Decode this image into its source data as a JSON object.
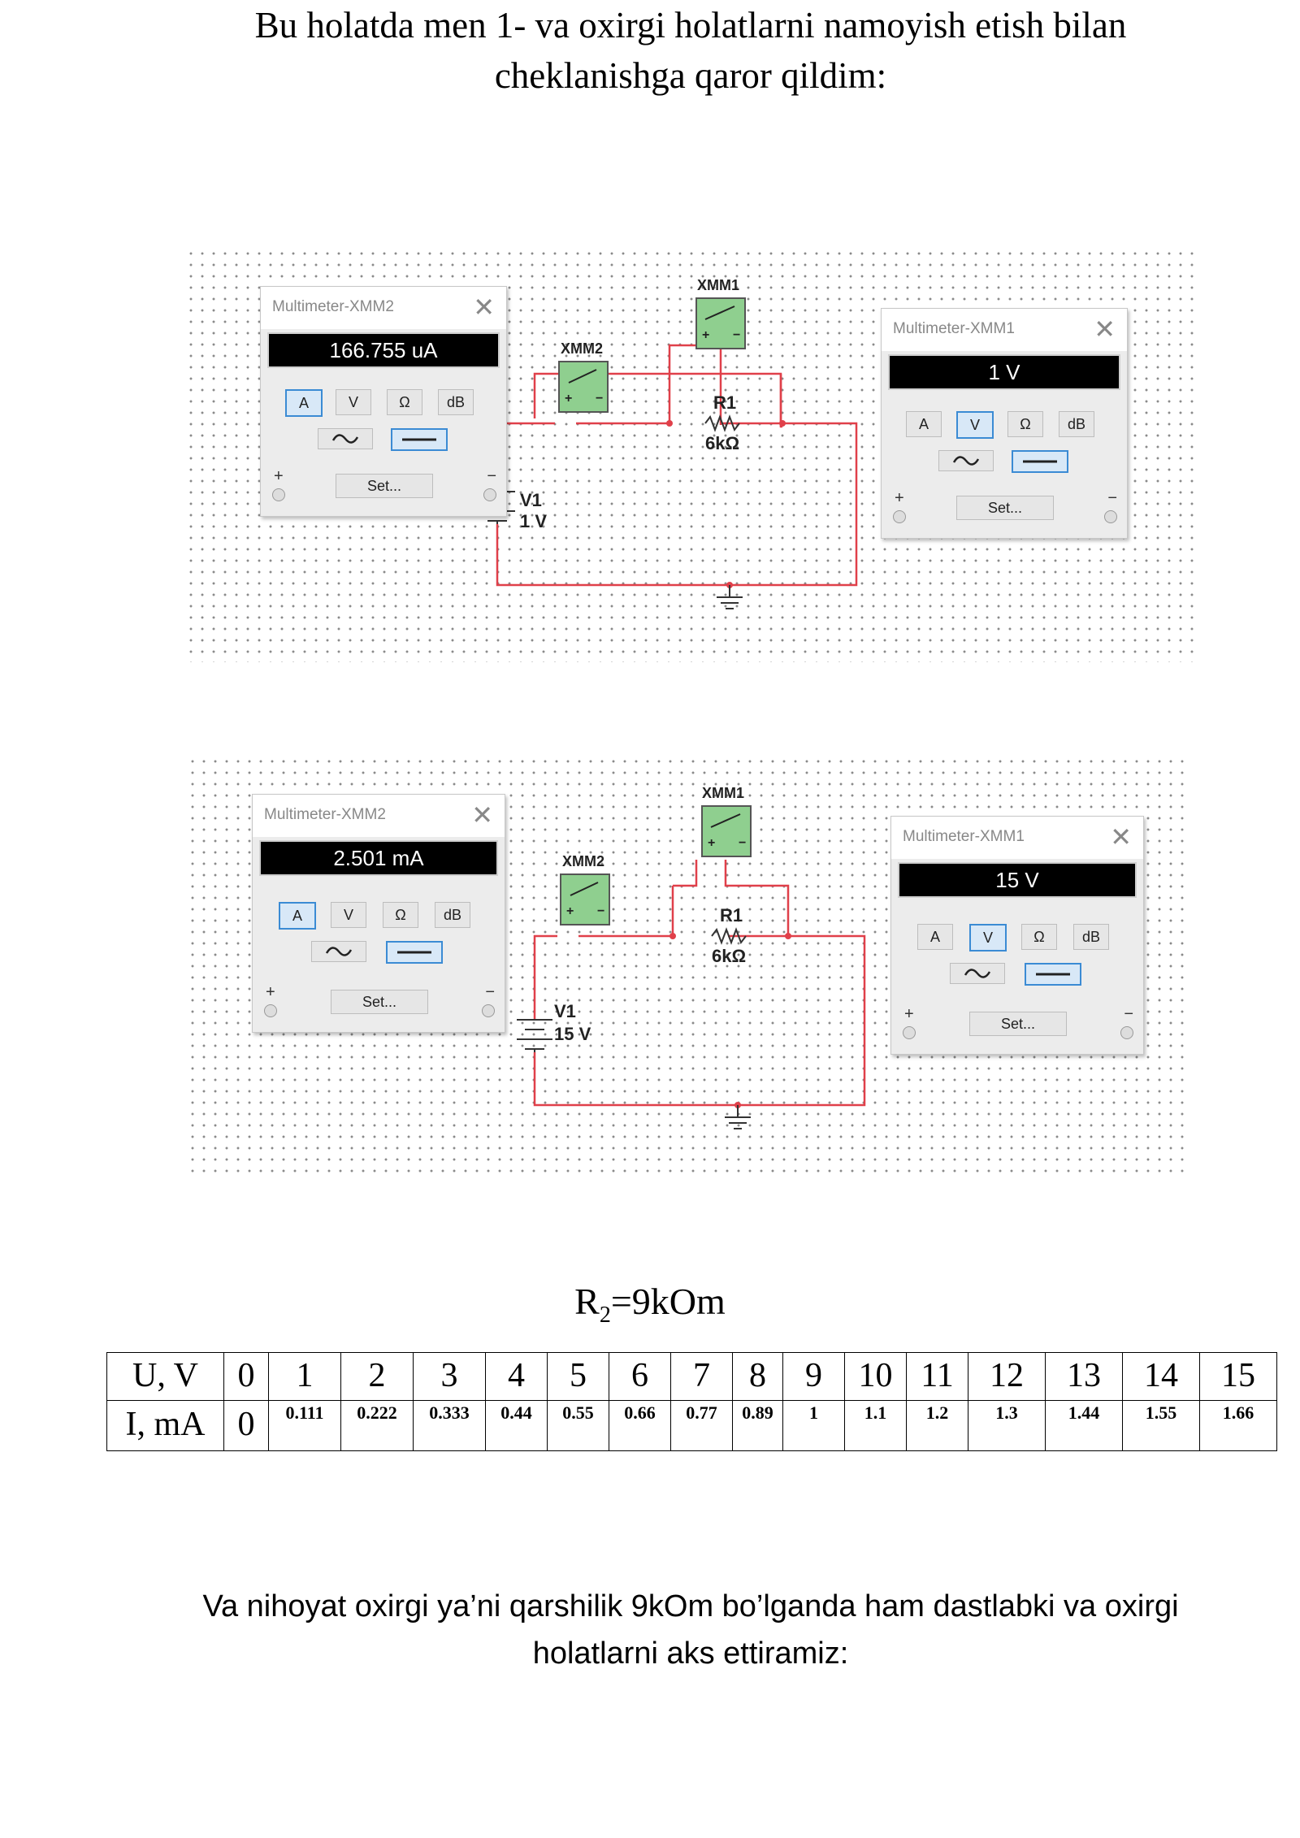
{
  "heading": {
    "line1": "Bu holatda men 1- va oxirgi holatlarni namoyish etish bilan",
    "line2": "cheklanishga qaror qildim:"
  },
  "circuits": [
    {
      "xmm1_label": "XMM1",
      "xmm2_label": "XMM2",
      "r1_label": "R1",
      "r1_value": "6kΩ",
      "v1_label": "V1",
      "v1_value": "1 V",
      "meter_left": {
        "title": "Multimeter-XMM2",
        "reading": "166.755 uA",
        "mode_active": "A"
      },
      "meter_right": {
        "title": "Multimeter-XMM1",
        "reading": "1 V",
        "mode_active": "V"
      }
    },
    {
      "xmm1_label": "XMM1",
      "xmm2_label": "XMM2",
      "r1_label": "R1",
      "r1_value": "6kΩ",
      "v1_label": "V1",
      "v1_value": "15 V",
      "meter_left": {
        "title": "Multimeter-XMM2",
        "reading": "2.501 mA",
        "mode_active": "A"
      },
      "meter_right": {
        "title": "Multimeter-XMM1",
        "reading": "15 V",
        "mode_active": "V"
      }
    }
  ],
  "multimeter_ui": {
    "mode_buttons": [
      "A",
      "V",
      "Ω",
      "dB"
    ],
    "set_label": "Set...",
    "plus": "+",
    "minus": "−",
    "close_glyph": "✕"
  },
  "resistance_caption": {
    "prefix": "R",
    "sub": "2",
    "suffix": "=9kOm"
  },
  "table": {
    "u_label": "U, V",
    "i_label": "I, mA",
    "u_values": [
      "0",
      "1",
      "2",
      "3",
      "4",
      "5",
      "6",
      "7",
      "8",
      "9",
      "10",
      "11",
      "12",
      "13",
      "14",
      "15"
    ],
    "i_values": [
      "0",
      "0.111",
      "0.222",
      "0.333",
      "0.44",
      "0.55",
      "0.66",
      "0.77",
      "0.89",
      "1",
      "1.1",
      "1.2",
      "1.3",
      "1.44",
      "1.55",
      "1.66"
    ]
  },
  "footer": {
    "line1": "Va nihoyat oxirgi ya’ni qarshilik 9kOm bo’lganda ham dastlabki va oxirgi",
    "line2": "holatlarni aks ettiramiz:"
  },
  "colors": {
    "wire": "#e0404a",
    "active_button": "#3b8bd4",
    "display_bg": "#000000",
    "meter_icon": "#8fcf8f"
  }
}
